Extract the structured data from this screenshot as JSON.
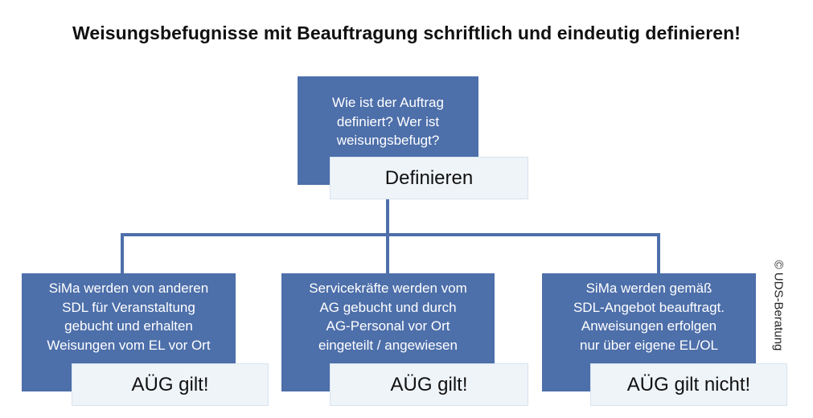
{
  "title": "Weisungsbefugnisse mit Beauftragung schriftlich und eindeutig definieren!",
  "top": {
    "text_lines": [
      "Wie ist der Auftrag",
      "definiert? Wer ist",
      "weisungsbefugt?"
    ],
    "label": "Definieren"
  },
  "branches": [
    {
      "text_lines": [
        "SiMa werden von anderen",
        "SDL für Veranstaltung",
        "gebucht und erhalten",
        "Weisungen vom EL vor Ort"
      ],
      "label": "AÜG gilt!"
    },
    {
      "text_lines": [
        "Servicekräfte werden vom",
        "AG gebucht und durch",
        "AG-Personal vor Ort",
        "eingeteilt / angewiesen"
      ],
      "label": "AÜG gilt!"
    },
    {
      "text_lines": [
        "SiMa werden gemäß",
        "SDL-Angebot beauftragt.",
        "Anweisungen erfolgen",
        "nur über eigene EL/OL"
      ],
      "label": "AÜG gilt nicht!"
    }
  ],
  "copyright": "© UDS-Beratung",
  "colors": {
    "box": "#4d6faa",
    "label_bg": "#eff4f9",
    "connector": "#4d6faa"
  }
}
